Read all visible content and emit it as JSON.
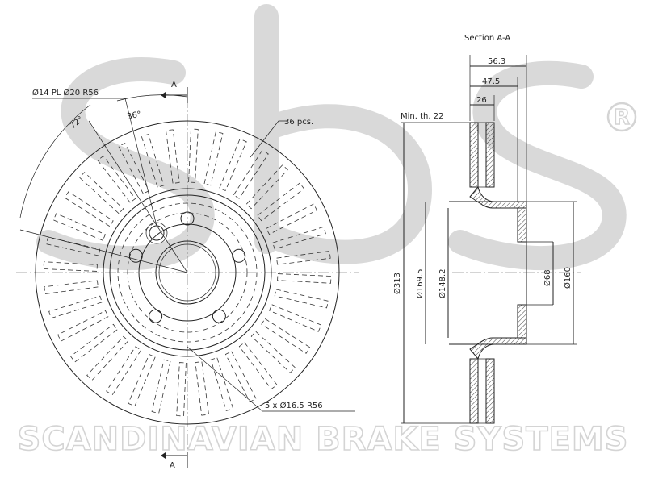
{
  "watermark": {
    "brand_logo": "sbs",
    "registered_mark": "R",
    "company_name": "SCANDINAVIAN BRAKE SYSTEMS"
  },
  "front_view": {
    "hole_spec": "Ø14 PL Ø20 R56",
    "section_marker": "A",
    "angle_large": "72°",
    "angle_small": "36°",
    "vane_count": "36 pcs.",
    "bolt_holes": "5 x Ø16.5 R56"
  },
  "section_view": {
    "title": "Section A-A",
    "min_thickness": "Min. th. 22",
    "dim_overall_height": "56.3",
    "dim_offset": "47.5",
    "dim_thickness": "26",
    "dim_outer_diameter": "Ø313",
    "dim_hat_outer": "Ø169.5",
    "dim_hat_inner": "Ø148.2",
    "dim_center_bore": "Ø68",
    "dim_bolt_circle": "Ø160"
  }
}
